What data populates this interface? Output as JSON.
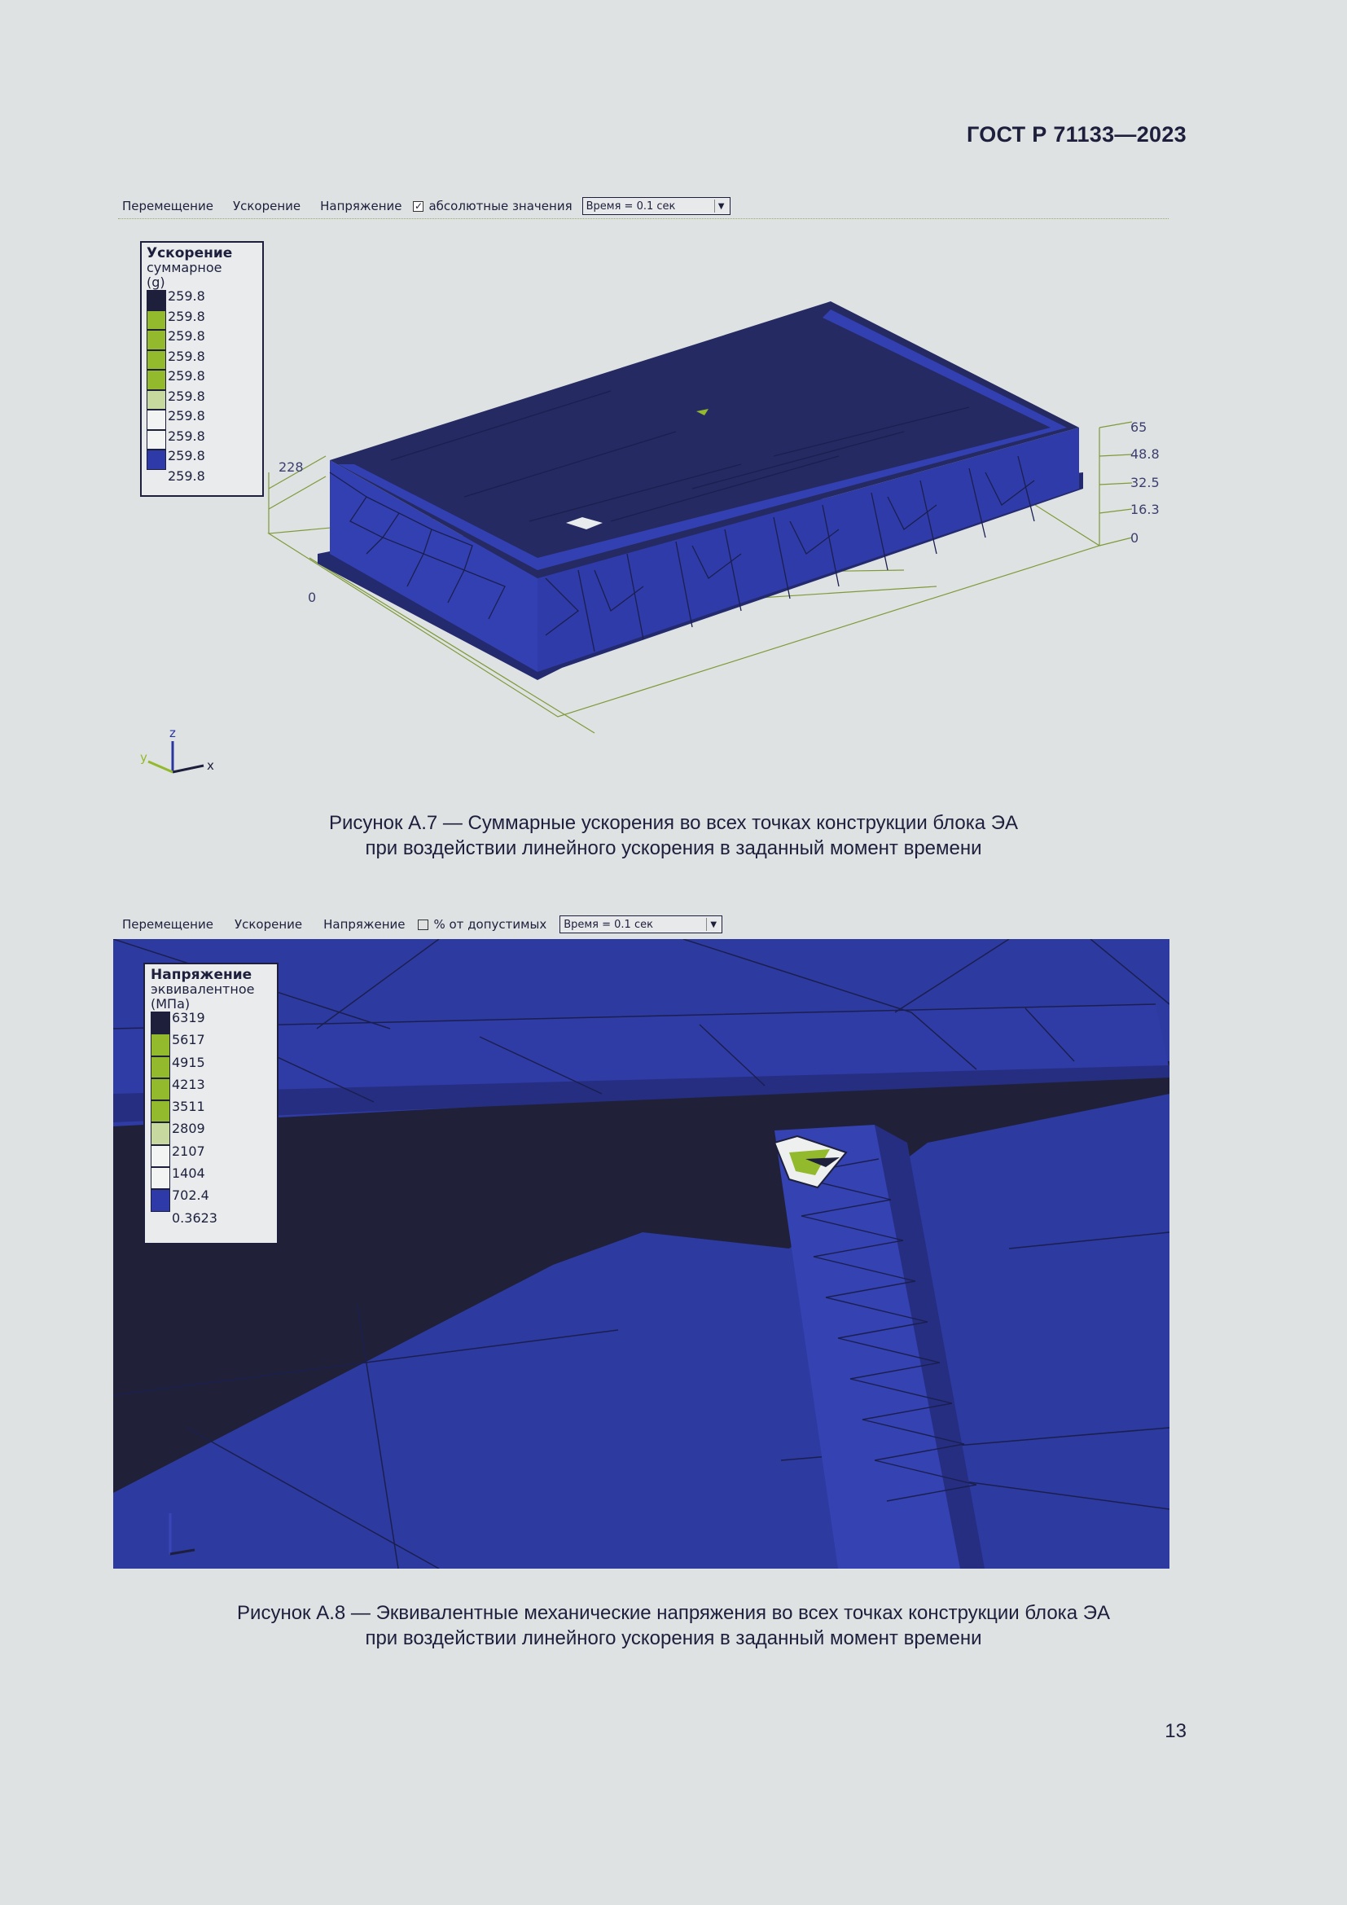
{
  "header": {
    "doc_code": "ГОСТ Р 71133—2023"
  },
  "figure7": {
    "toolbar": {
      "tabs": [
        "Перемещение",
        "Ускорение",
        "Напряжение"
      ],
      "checkbox_label": "абсолютные значения",
      "checkbox_checked": true,
      "time_select": "Время = 0.1 сек"
    },
    "legend": {
      "title": "Ускорение",
      "subtitle": "суммарное",
      "unit": "(g)",
      "values": [
        "259.8",
        "259.8",
        "259.8",
        "259.8",
        "259.8",
        "259.8",
        "259.8",
        "259.8",
        "259.8",
        "259.8"
      ],
      "colors": [
        "#1e1f3a",
        "#93b92c",
        "#93b92c",
        "#93b92c",
        "#93b92c",
        "#c8d9a0",
        "#f2f4f4",
        "#f2f4f4",
        "#2e3aa8"
      ]
    },
    "axes": {
      "z_ticks": [
        "65",
        "48.8",
        "32.5",
        "16.3",
        "0"
      ],
      "left_tick": "228",
      "origin_tick": "0"
    },
    "triad": {
      "z": "z",
      "y": "y",
      "x": "x"
    },
    "caption_line1": "Рисунок А.7 — Суммарные ускорения во всех точках конструкции блока ЭА",
    "caption_line2": "при воздействии линейного ускорения в заданный момент времени"
  },
  "figure8": {
    "toolbar": {
      "tabs": [
        "Перемещение",
        "Ускорение",
        "Напряжение"
      ],
      "checkbox_label": "% от допустимых",
      "checkbox_checked": false,
      "time_select": "Время = 0.1 сек"
    },
    "legend": {
      "title": "Напряжение",
      "subtitle": "эквивалентное",
      "unit": "(МПа)",
      "values": [
        "6319",
        "5617",
        "4915",
        "4213",
        "3511",
        "2809",
        "2107",
        "1404",
        "702.4",
        "0.3623"
      ],
      "colors": [
        "#1e1f3a",
        "#93b92c",
        "#93b92c",
        "#93b92c",
        "#93b92c",
        "#c8d9a0",
        "#f2f4f4",
        "#f2f4f4",
        "#2e3aa8"
      ]
    },
    "caption_line1": "Рисунок А.8 — Эквивалентные механические напряжения во всех точках конструкции блока ЭА",
    "caption_line2": "при воздействии линейного ускорения в заданный момент времени"
  },
  "footer": {
    "page_number": "13"
  }
}
